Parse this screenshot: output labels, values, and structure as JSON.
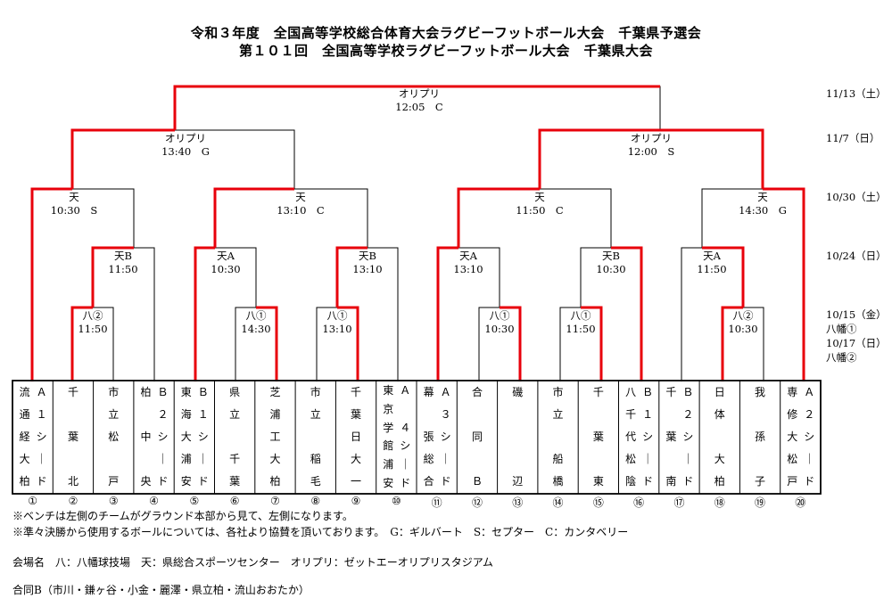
{
  "title": {
    "line1": "令和３年度　全国高等学校総合体育大会ラグビーフットボール大会　千葉県予選会",
    "line2": "第１０１回　全国高等学校ラグビーフットボール大会　千葉県大会"
  },
  "dates": {
    "final": "11/13（土）",
    "semi": "11/7（日）",
    "r3": "10/30（土）",
    "r2": "10/24（日）",
    "r1_a": "10/15（金）",
    "r1_b": "八幡①",
    "r1_c": "10/17（日）",
    "r1_d": "八幡②"
  },
  "matches": {
    "final": {
      "venue": "オリプリ",
      "time": "12:05　C"
    },
    "semi_left": {
      "venue": "オリプリ",
      "time": "13:40　G"
    },
    "semi_right": {
      "venue": "オリプリ",
      "time": "12:00　S"
    },
    "qf1": {
      "venue": "天",
      "time": "10:30　S"
    },
    "qf2": {
      "venue": "天",
      "time": "13:10　C"
    },
    "qf3": {
      "venue": "天",
      "time": "11:50　C"
    },
    "qf4": {
      "venue": "天",
      "time": "14:30　G"
    },
    "r2_1": {
      "venue": "天B",
      "time": "11:50"
    },
    "r2_2": {
      "venue": "天A",
      "time": "10:30"
    },
    "r2_3": {
      "venue": "天B",
      "time": "13:10"
    },
    "r2_4": {
      "venue": "天A",
      "time": "13:10"
    },
    "r2_5": {
      "venue": "天B",
      "time": "10:30"
    },
    "r2_6": {
      "venue": "天A",
      "time": "11:50"
    },
    "r1_1": {
      "venue": "八②",
      "time": "11:50"
    },
    "r1_2": {
      "venue": "八①",
      "time": "14:30"
    },
    "r1_3": {
      "venue": "八①",
      "time": "13:10"
    },
    "r1_4": {
      "venue": "八①",
      "time": "10:30"
    },
    "r1_5": {
      "venue": "八①",
      "time": "11:50"
    },
    "r1_6": {
      "venue": "八②",
      "time": "10:30"
    }
  },
  "teams": [
    {
      "num": "①",
      "cols": [
        [
          "流",
          "通",
          "経",
          "大",
          "柏"
        ],
        [
          "Ａ",
          "１",
          "シ",
          "｜",
          "ド"
        ]
      ]
    },
    {
      "num": "②",
      "cols": [
        [
          "千",
          "",
          "葉",
          "",
          "北"
        ]
      ]
    },
    {
      "num": "③",
      "cols": [
        [
          "市",
          "立",
          "松",
          "",
          "戸"
        ]
      ]
    },
    {
      "num": "④",
      "cols": [
        [
          "柏",
          "",
          "中",
          "",
          "央"
        ],
        [
          "Ｂ",
          "２",
          "シ",
          "｜",
          "ド"
        ]
      ]
    },
    {
      "num": "⑤",
      "cols": [
        [
          "東",
          "海",
          "大",
          "浦",
          "安"
        ],
        [
          "Ｂ",
          "１",
          "シ",
          "｜",
          "ド"
        ]
      ]
    },
    {
      "num": "⑥",
      "cols": [
        [
          "県",
          "立",
          "",
          "千",
          "葉"
        ]
      ]
    },
    {
      "num": "⑦",
      "cols": [
        [
          "芝",
          "浦",
          "工",
          "大",
          "柏"
        ]
      ]
    },
    {
      "num": "⑧",
      "cols": [
        [
          "市",
          "立",
          "",
          "稲",
          "毛"
        ]
      ]
    },
    {
      "num": "⑨",
      "cols": [
        [
          "千",
          "葉",
          "日",
          "大",
          "一"
        ]
      ]
    },
    {
      "num": "⑩",
      "cols": [
        [
          "東",
          "京",
          "学",
          "館",
          "浦",
          "安"
        ],
        [
          "Ａ",
          "",
          "４",
          "シ",
          "｜",
          "ド"
        ]
      ]
    },
    {
      "num": "⑪",
      "cols": [
        [
          "幕",
          "",
          "張",
          "総",
          "合"
        ],
        [
          "Ａ",
          "３",
          "シ",
          "｜",
          "ド"
        ]
      ]
    },
    {
      "num": "⑫",
      "cols": [
        [
          "合",
          "",
          "同",
          "",
          "Ｂ"
        ]
      ]
    },
    {
      "num": "⑬",
      "cols": [
        [
          "磯",
          "",
          "",
          "",
          "辺"
        ]
      ]
    },
    {
      "num": "⑭",
      "cols": [
        [
          "市",
          "立",
          "",
          "船",
          "橋"
        ]
      ]
    },
    {
      "num": "⑮",
      "cols": [
        [
          "千",
          "",
          "葉",
          "",
          "東"
        ]
      ]
    },
    {
      "num": "⑯",
      "cols": [
        [
          "八",
          "千",
          "代",
          "松",
          "陰"
        ],
        [
          "Ｂ",
          "１",
          "シ",
          "｜",
          "ド"
        ]
      ]
    },
    {
      "num": "⑰",
      "cols": [
        [
          "千",
          "",
          "葉",
          "",
          "南"
        ],
        [
          "Ｂ",
          "２",
          "シ",
          "｜",
          "ド"
        ]
      ]
    },
    {
      "num": "⑱",
      "cols": [
        [
          "日",
          "体",
          "",
          "大",
          "柏"
        ]
      ]
    },
    {
      "num": "⑲",
      "cols": [
        [
          "我",
          "",
          "孫",
          "",
          "子"
        ]
      ]
    },
    {
      "num": "⑳",
      "cols": [
        [
          "専",
          "修",
          "大",
          "松",
          "戸"
        ],
        [
          "Ａ",
          "２",
          "シ",
          "｜",
          "ド"
        ]
      ]
    }
  ],
  "notes": {
    "bench": "※ベンチは左側のチームがグラウンド本部から見て、左側になります。",
    "ball": "※準々決勝から使用するボールについては、各社より協賛を頂いております。　G：ギルバート　S：セプター　C：カンタベリー",
    "venues": "会場名　八：八幡球技場　天：県総合スポーツセンター　オリプリ：ゼットエーオリプリスタジアム",
    "joint": "合同B（市川・鎌ヶ谷・小金・麗澤・県立柏・流山おおたか）"
  },
  "colors": {
    "winner_line": "#e8000b",
    "line": "#000000"
  }
}
